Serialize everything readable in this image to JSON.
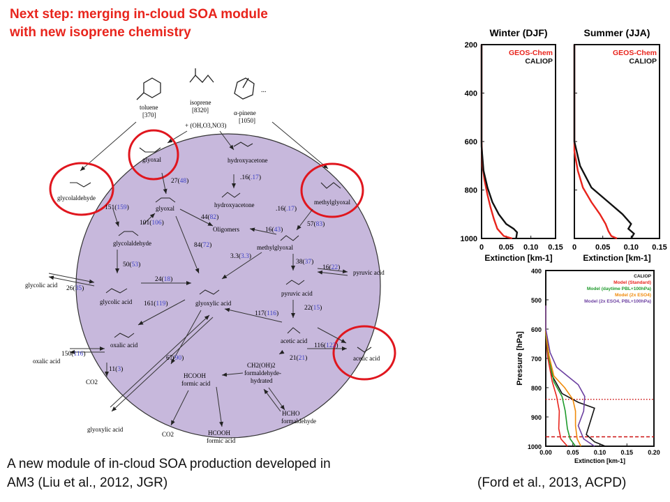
{
  "title": {
    "line1": "Next step: merging in-cloud SOA module",
    "line2": "with new isoprene chemistry"
  },
  "caption": {
    "line1": "A new module of in-cloud SOA production developed in",
    "line2": "AM3 (Liu et al., 2012, JGR)"
  },
  "citation": "(Ford et al., 2013, ACPD)",
  "diagram": {
    "precursors": {
      "toluene": "toluene",
      "toluene_val": "[370]",
      "isoprene": "isoprene",
      "isoprene_val": "[8320]",
      "oxidants": "+ (OH,O3,NO3)",
      "pinene": "α-pinene",
      "pinene_val": "[1050]",
      "dots": "..."
    },
    "species": {
      "glyoxal_out": "glyoxal",
      "hydroxyacetone_out": "hydroxyacetone",
      "glycolaldehyde_out": "glycolaldehyde",
      "methylglyoxal_out": "methylglyoxal",
      "glyoxal": "glyoxal",
      "hydroxyacetone": "hydroxyacetone",
      "oligomers": "Oligomers",
      "glycolaldehyde": "glycolaldehyde",
      "methylglyoxal": "methylglyoxal",
      "glycolic_acid": "glycolic acid",
      "glyoxylic_acid": "glyoxylic acid",
      "pyruvic_acid": "pyruvic acid",
      "oxalic_acid": "oxalic acid",
      "acetic_acid": "acetic acid",
      "formic_acid": "formic acid",
      "formic_formula": "HCOOH",
      "formaldehyde_hydrated": "formaldehyde-",
      "hydrated": "hydrated",
      "ch2oh2": "CH2(OH)2",
      "glycolic_acid_out": "glycolic acid",
      "pyruvic_acid_out": "pyruvic acid",
      "oxalic_acid_out": "oxalic acid",
      "acetic_acid_out": "acetic acid",
      "glyoxylic_acid_out": "glyoxylic acid",
      "co2_a": "CO2",
      "co2_b": "CO2",
      "formic_out": "formic acid",
      "formic_out_formula": "HCOOH",
      "formaldehyde_out": "formaldehyde",
      "hcho": "HCHO"
    },
    "rates": [
      {
        "a": "27",
        "b": "48"
      },
      {
        "a": "44",
        "b": "82"
      },
      {
        "a": "151",
        "b": "159"
      },
      {
        "a": "101",
        "b": "106"
      },
      {
        "a": ".16",
        "b": ".17"
      },
      {
        "a": ".16",
        "b": ".17"
      },
      {
        "a": "16",
        "b": "43"
      },
      {
        "a": "57",
        "b": "83"
      },
      {
        "a": "84",
        "b": "72"
      },
      {
        "a": "3.3",
        "b": "3.3"
      },
      {
        "a": "50",
        "b": "53"
      },
      {
        "a": "38",
        "b": "37"
      },
      {
        "a": "16",
        "b": "22"
      },
      {
        "a": "26",
        "b": "35"
      },
      {
        "a": "24",
        "b": "18"
      },
      {
        "a": "22",
        "b": "15"
      },
      {
        "a": "161",
        "b": "119"
      },
      {
        "a": "117",
        "b": "116"
      },
      {
        "a": "116",
        "b": "122"
      },
      {
        "a": "150",
        "b": "116"
      },
      {
        "a": "11",
        "b": "3"
      },
      {
        "a": "67",
        "b": "90"
      },
      {
        "a": "21",
        "b": "21"
      }
    ]
  },
  "chart_data": [
    {
      "type": "line",
      "title": "Winter (DJF)",
      "xlabel": "Extinction [km-1]",
      "xlim": [
        0,
        0.15
      ],
      "ylim": [
        1000,
        200
      ],
      "xticks": [
        "0",
        "0.05",
        "0.10",
        "0.15"
      ],
      "yticks": [
        "200",
        "400",
        "600",
        "800",
        "1000"
      ],
      "series": [
        {
          "name": "GEOS-Chem",
          "color": "#e8241c",
          "points": [
            [
              0.0,
              200
            ],
            [
              0.0,
              600
            ],
            [
              0.002,
              700
            ],
            [
              0.006,
              760
            ],
            [
              0.012,
              820
            ],
            [
              0.018,
              870
            ],
            [
              0.025,
              920
            ],
            [
              0.032,
              960
            ],
            [
              0.045,
              990
            ],
            [
              0.062,
              1000
            ]
          ]
        },
        {
          "name": "CALIOP",
          "color": "#111111",
          "points": [
            [
              0.0,
              200
            ],
            [
              0.0,
              620
            ],
            [
              0.004,
              720
            ],
            [
              0.012,
              790
            ],
            [
              0.022,
              850
            ],
            [
              0.035,
              900
            ],
            [
              0.05,
              940
            ],
            [
              0.065,
              960
            ],
            [
              0.072,
              975
            ],
            [
              0.07,
              1000
            ]
          ]
        }
      ]
    },
    {
      "type": "line",
      "title": "Summer (JJA)",
      "xlabel": "Extinction [km-1]",
      "xlim": [
        0,
        0.15
      ],
      "ylim": [
        1000,
        200
      ],
      "xticks": [
        "0",
        "0.05",
        "0.10",
        "0.15"
      ],
      "yticks": [
        "200",
        "400",
        "600",
        "800",
        "1000"
      ],
      "series": [
        {
          "name": "GEOS-Chem",
          "color": "#e8241c",
          "points": [
            [
              0.0,
              200
            ],
            [
              0.0,
              640
            ],
            [
              0.006,
              720
            ],
            [
              0.015,
              790
            ],
            [
              0.03,
              850
            ],
            [
              0.045,
              900
            ],
            [
              0.055,
              940
            ],
            [
              0.06,
              970
            ],
            [
              0.065,
              990
            ],
            [
              0.075,
              1000
            ]
          ]
        },
        {
          "name": "CALIOP",
          "color": "#111111",
          "points": [
            [
              0.0,
              200
            ],
            [
              0.0,
              600
            ],
            [
              0.01,
              700
            ],
            [
              0.03,
              790
            ],
            [
              0.06,
              850
            ],
            [
              0.085,
              900
            ],
            [
              0.1,
              940
            ],
            [
              0.095,
              960
            ],
            [
              0.105,
              980
            ],
            [
              0.1,
              1000
            ]
          ]
        }
      ]
    },
    {
      "type": "line",
      "ylabel": "Pressure [hPa]",
      "xlabel": "Extinction [km-1]",
      "xlim": [
        0,
        0.2
      ],
      "ylim": [
        1000,
        400
      ],
      "xticks": [
        "0.00",
        "0.05",
        "0.10",
        "0.15",
        "0.20"
      ],
      "yticks": [
        "400",
        "500",
        "600",
        "700",
        "800",
        "900",
        "1000"
      ],
      "legend_position": "top-right",
      "series": [
        {
          "name": "CALIOP",
          "color": "#111111",
          "points": [
            [
              0.0,
              500
            ],
            [
              0.0,
              600
            ],
            [
              0.005,
              680
            ],
            [
              0.012,
              760
            ],
            [
              0.03,
              820
            ],
            [
              0.06,
              850
            ],
            [
              0.09,
              870
            ],
            [
              0.085,
              900
            ],
            [
              0.08,
              930
            ],
            [
              0.075,
              960
            ],
            [
              0.09,
              985
            ],
            [
              0.11,
              1000
            ]
          ]
        },
        {
          "name": "Model (Standard)",
          "color": "#e8241c",
          "points": [
            [
              0.0,
              520
            ],
            [
              0.0,
              620
            ],
            [
              0.004,
              700
            ],
            [
              0.012,
              780
            ],
            [
              0.02,
              830
            ],
            [
              0.025,
              880
            ],
            [
              0.024,
              940
            ],
            [
              0.028,
              975
            ],
            [
              0.04,
              1000
            ]
          ]
        },
        {
          "name": "Model (daytime PBL+100hPa)",
          "color": "#1e9a2b",
          "points": [
            [
              0.0,
              520
            ],
            [
              0.0,
              620
            ],
            [
              0.006,
              700
            ],
            [
              0.015,
              780
            ],
            [
              0.03,
              830
            ],
            [
              0.036,
              880
            ],
            [
              0.04,
              940
            ],
            [
              0.045,
              975
            ],
            [
              0.055,
              1000
            ]
          ]
        },
        {
          "name": "Model (2x ESO4)",
          "color": "#f08a0a",
          "points": [
            [
              0.0,
              520
            ],
            [
              0.0,
              610
            ],
            [
              0.006,
              690
            ],
            [
              0.015,
              760
            ],
            [
              0.035,
              800
            ],
            [
              0.05,
              840
            ],
            [
              0.055,
              880
            ],
            [
              0.055,
              930
            ],
            [
              0.058,
              975
            ],
            [
              0.065,
              1000
            ]
          ]
        },
        {
          "name": "Model (2x ESO4, PBL+100hPa)",
          "color": "#6b3fa0",
          "points": [
            [
              0.0,
              520
            ],
            [
              0.0,
              600
            ],
            [
              0.008,
              680
            ],
            [
              0.02,
              730
            ],
            [
              0.04,
              760
            ],
            [
              0.06,
              790
            ],
            [
              0.072,
              830
            ],
            [
              0.07,
              880
            ],
            [
              0.06,
              930
            ],
            [
              0.07,
              975
            ],
            [
              0.09,
              1000
            ]
          ]
        }
      ],
      "hlines": [
        {
          "y": 840,
          "style": "dotted",
          "color": "#cc1111"
        },
        {
          "y": 968,
          "style": "dashed",
          "color": "#cc1111"
        }
      ]
    }
  ]
}
